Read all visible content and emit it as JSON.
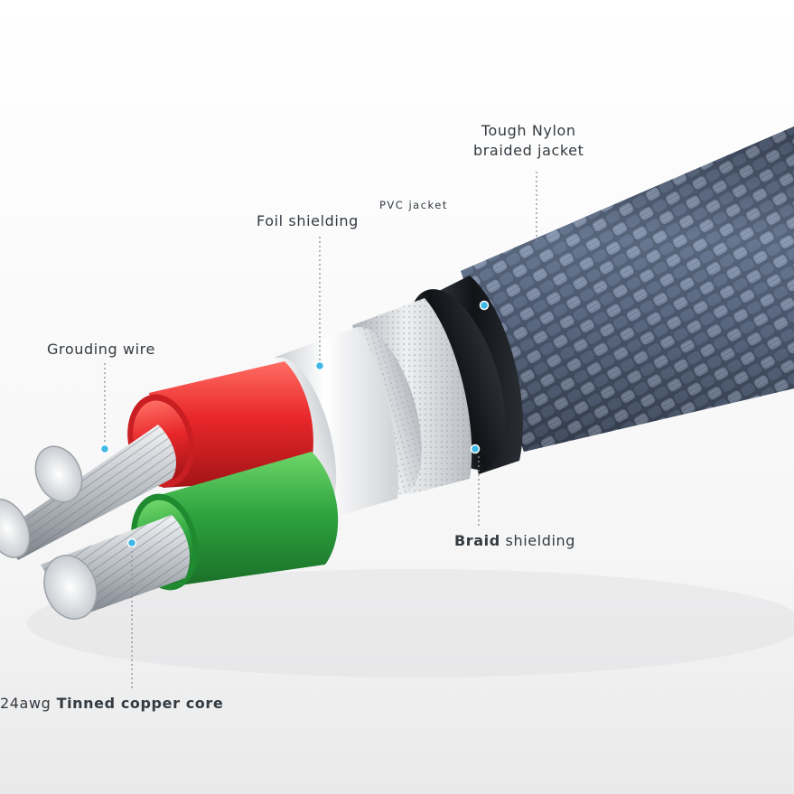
{
  "labels": {
    "nylon_line1": "Tough Nylon",
    "nylon_line2": "braided jacket",
    "pvc": "PVC jacket",
    "foil": "Foil shielding",
    "ground": "Grouding wire",
    "braid_bold": "Braid",
    "braid_rest": " shielding",
    "core_gauge": "24awg",
    "core_rest": " Tinned copper core"
  },
  "colors": {
    "red_insulation": "#e8272a",
    "green_insulation": "#2fa540",
    "braid_jacket": "#5f6f88",
    "pvc_jacket": "#1a1d22",
    "foil": "#d7d9dc",
    "marker_dot": "#3fb8e6",
    "leader_line": "#8a8f95"
  }
}
